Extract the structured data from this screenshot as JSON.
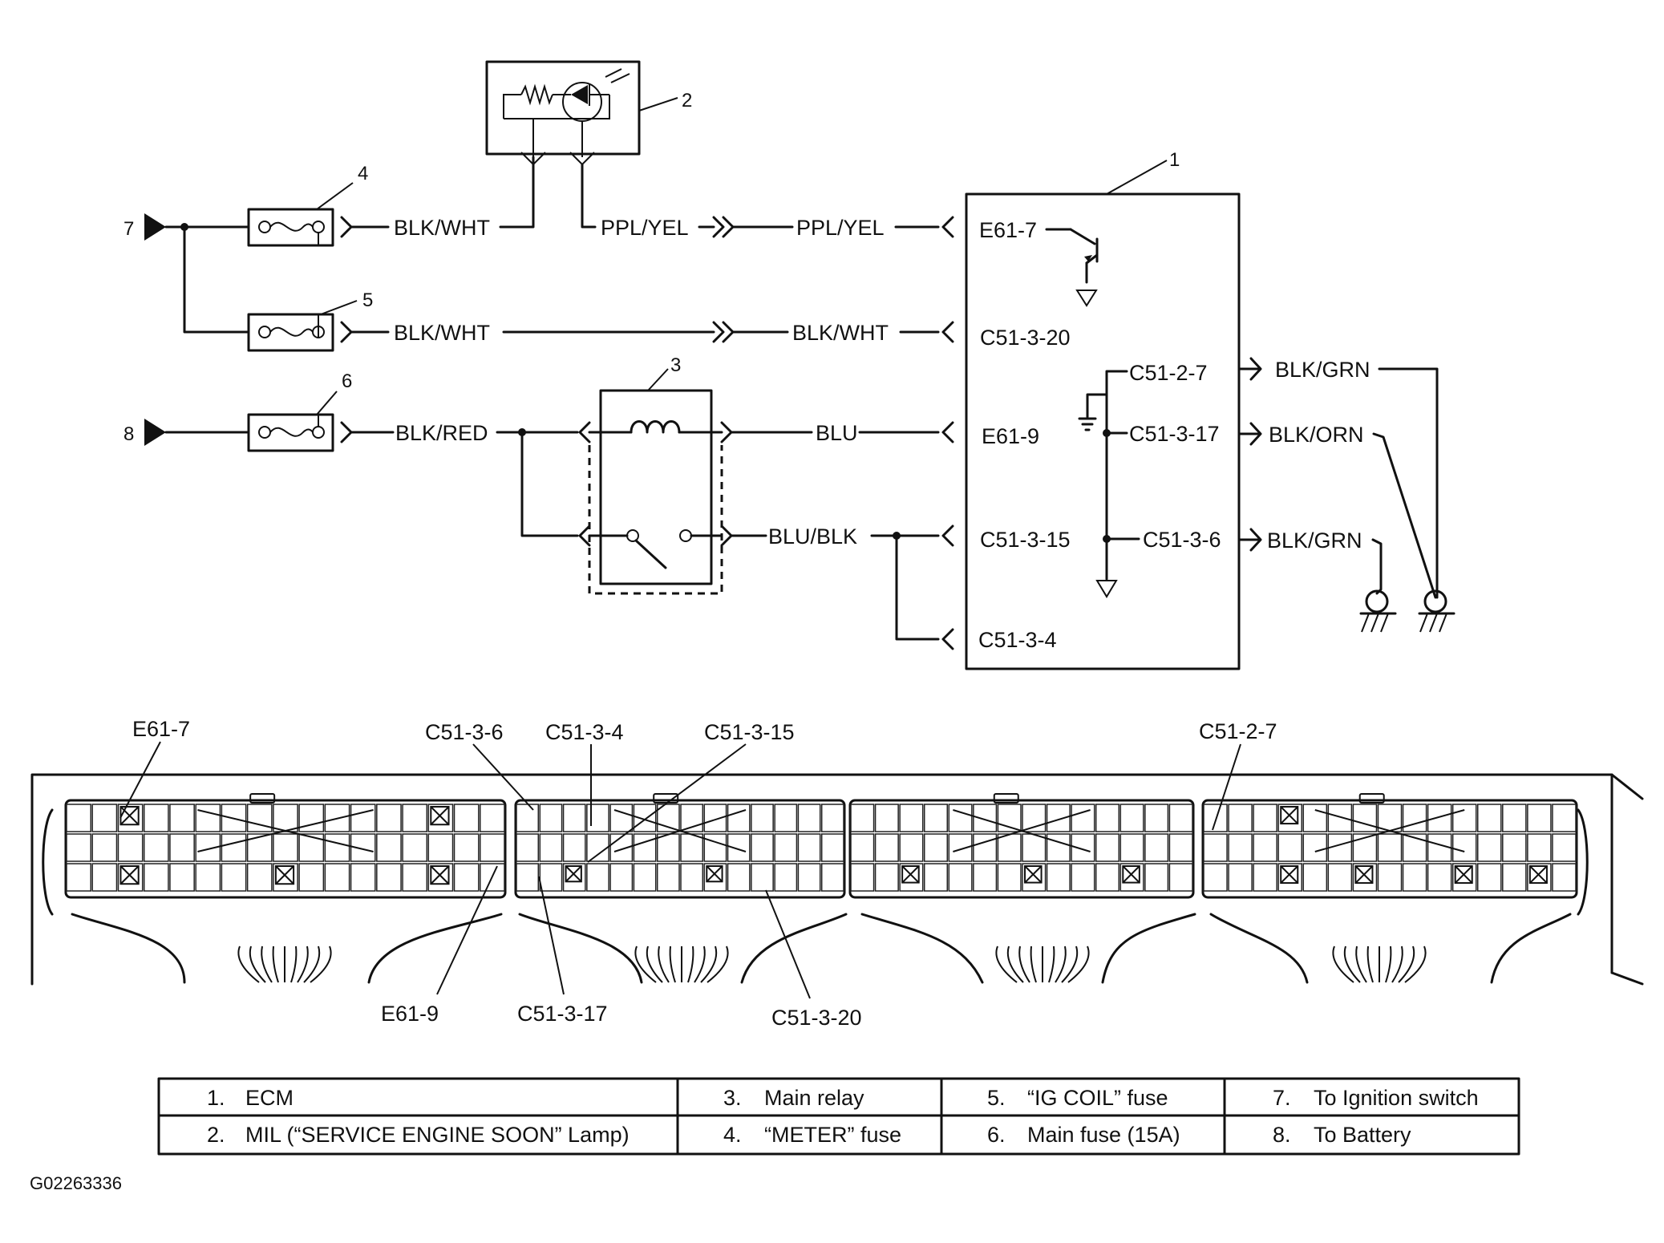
{
  "figure_id": "G02263336",
  "components": {
    "ecm": "1",
    "mil": "2",
    "main_relay": "3",
    "meter_fuse": "4",
    "ig_coil_fuse": "5",
    "main_fuse": "6",
    "ignition_switch": "7",
    "battery": "8"
  },
  "wires": {
    "meter_out": "BLK/WHT",
    "mil_out": "PPL/YEL",
    "ecm_e61_7": "PPL/YEL",
    "ig_out": "BLK/WHT",
    "ecm_c51_3_20": "BLK/WHT",
    "main_fuse_out": "BLK/RED",
    "relay_coil": "BLU",
    "relay_switch": "BLU/BLK",
    "ground_1": "BLK/GRN",
    "ground_2": "BLK/ORN",
    "ground_3": "BLK/GRN"
  },
  "ecm_terminals": {
    "e61_7": "E61-7",
    "c51_3_20": "C51-3-20",
    "e61_9": "E61-9",
    "c51_3_15": "C51-3-15",
    "c51_3_4": "C51-3-4",
    "c51_2_7": "C51-2-7",
    "c51_3_17": "C51-3-17",
    "c51_3_6": "C51-3-6"
  },
  "connector_labels": {
    "e61_7": "E61-7",
    "c51_3_6": "C51-3-6",
    "c51_3_4": "C51-3-4",
    "c51_3_15": "C51-3-15",
    "c51_2_7": "C51-2-7",
    "e61_9": "E61-9",
    "c51_3_17": "C51-3-17",
    "c51_3_20": "C51-3-20"
  },
  "legend": {
    "row1": [
      {
        "num": "1.",
        "text": "ECM"
      },
      {
        "num": "3.",
        "text": "Main relay"
      },
      {
        "num": "5.",
        "text": "“IG COIL” fuse"
      },
      {
        "num": "7.",
        "text": "To Ignition switch"
      }
    ],
    "row2": [
      {
        "num": "2.",
        "text": "MIL (“SERVICE ENGINE SOON” Lamp)"
      },
      {
        "num": "4.",
        "text": "“METER” fuse"
      },
      {
        "num": "6.",
        "text": "Main fuse (15A)"
      },
      {
        "num": "8.",
        "text": "To Battery"
      }
    ]
  }
}
